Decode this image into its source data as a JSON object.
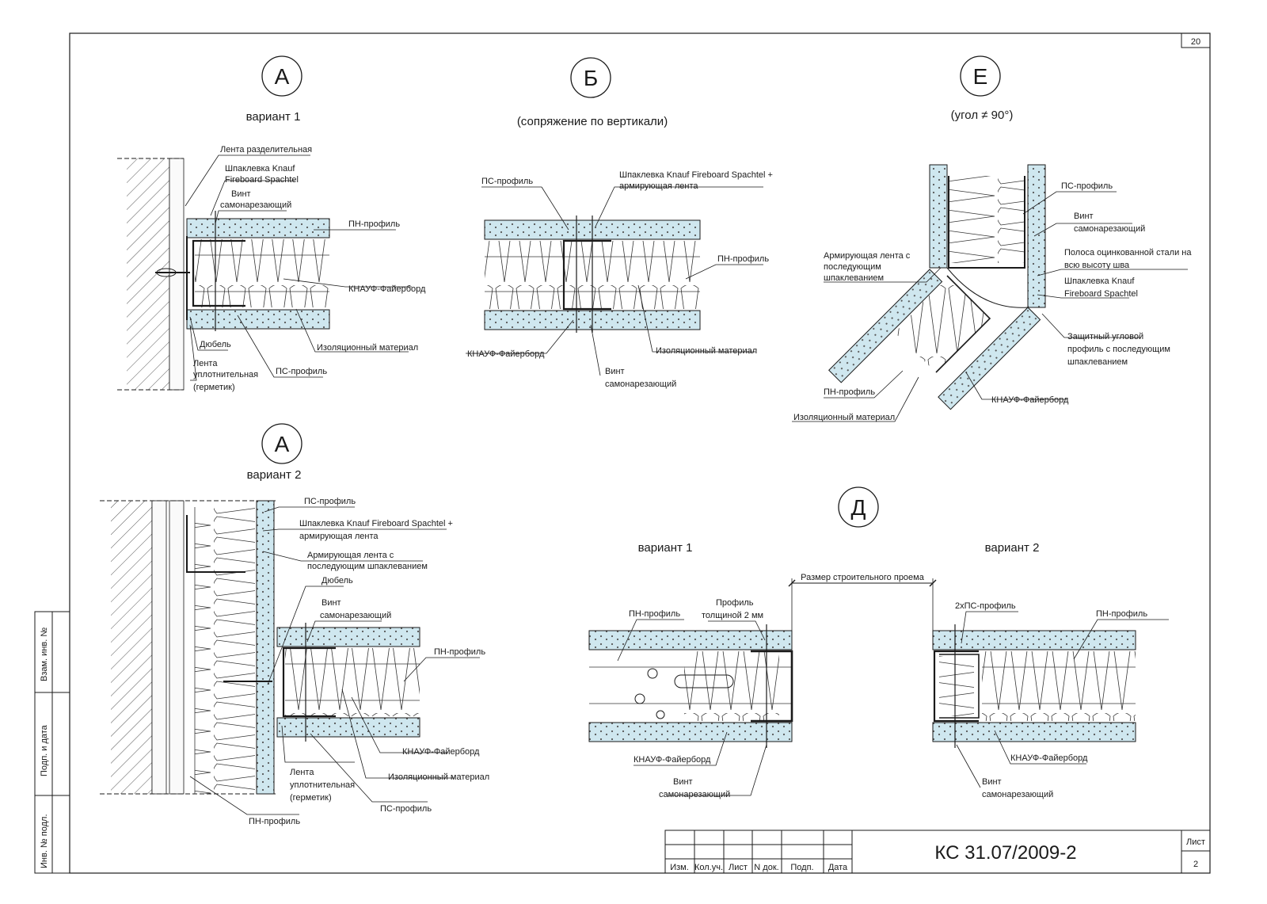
{
  "sheet": {
    "page_number": "20",
    "document_code": "КС 31.07/2009-2",
    "sheet_label": "Лист",
    "sheet_number": "2",
    "title_block": [
      "Изм.",
      "Кол.уч.",
      "Лист",
      "N док.",
      "Подп.",
      "Дата"
    ],
    "side_stamp": [
      "Взам. инв. №",
      "Подп. и дата",
      "Инв. № подл."
    ]
  },
  "details": {
    "A1": {
      "marker": "А",
      "caption": "вариант 1",
      "labels": {
        "tape_sep": "Лента разделительная",
        "putty1": "Шпаклевка Knauf",
        "putty2": "Fireboard Spachtel",
        "screw1": "Винт",
        "screw2": "самонарезающий",
        "pn": "ПН-профиль",
        "board": "КНАУФ-Файерборд",
        "insul": "Изоляционный материал",
        "dowel": "Дюбель",
        "seal1": "Лента",
        "seal2": "уплотнительная",
        "seal3": "(герметик)",
        "ps": "ПС-профиль"
      }
    },
    "B": {
      "marker": "Б",
      "caption": "(сопряжение по вертикали)",
      "labels": {
        "ps": "ПС-профиль",
        "putty1": "Шпаклевка Knauf Fireboard Spachtel +",
        "putty2": "армирующая лента",
        "pn": "ПН-профиль",
        "board": "КНАУФ-Файерборд",
        "insul": "Изоляционный материал",
        "screw1": "Винт",
        "screw2": "самонарезающий"
      }
    },
    "E": {
      "marker": "Е",
      "caption": "(угол ≠ 90°)",
      "labels": {
        "ps": "ПС-профиль",
        "screw1": "Винт",
        "screw2": "самонарезающий",
        "tape1": "Армирующая лента с",
        "tape2": "последующим",
        "tape3": "шпаклеванием",
        "strip1": "Полоса оцинкованной стали на",
        "strip2": "всю высоту шва",
        "putty1": "Шпаклевка Knauf",
        "putty2": "Fireboard Spachtel",
        "corner1": "Защитный угловой",
        "corner2": "профиль с последующим",
        "corner3": "шпаклеванием",
        "pn": "ПН-профиль",
        "board": "КНАУФ-Файерборд",
        "insul": "Изоляционный материал"
      }
    },
    "A2": {
      "marker": "А",
      "caption": "вариант 2",
      "labels": {
        "ps_top": "ПС-профиль",
        "putty1": "Шпаклевка Knauf Fireboard Spachtel +",
        "putty2": "армирующая лента",
        "tape1": "Армирующая лента с",
        "tape2": "последующим шпаклеванием",
        "dowel": "Дюбель",
        "screw1": "Винт",
        "screw2": "самонарезающий",
        "pn_right": "ПН-профиль",
        "board": "КНАУФ-Файерборд",
        "insul": "Изоляционный материал",
        "seal1": "Лента",
        "seal2": "уплотнительная",
        "seal3": "(герметик)",
        "ps_bottom": "ПС-профиль",
        "pn_bottom": "ПН-профиль"
      }
    },
    "D": {
      "marker": "Д",
      "variant1": "вариант 1",
      "variant2": "вариант 2",
      "opening": "Размер строительного проема",
      "labels": {
        "pn_v1": "ПН-профиль",
        "prof1": "Профиль",
        "prof2": "толщиной  2 мм",
        "board_v1": "КНАУФ-Файерборд",
        "screw1": "Винт",
        "screw2": "самонарезающий",
        "ps2x": "2хПС-профиль",
        "pn_v2": "ПН-профиль",
        "board_v2": "КНАУФ-Файерборд",
        "screw1_v2": "Винт",
        "screw2_v2": "самонарезающий"
      }
    }
  },
  "colors": {
    "board_fill": "#cfe7ef",
    "line": "#1a1a1a",
    "hatch": "#555555"
  }
}
